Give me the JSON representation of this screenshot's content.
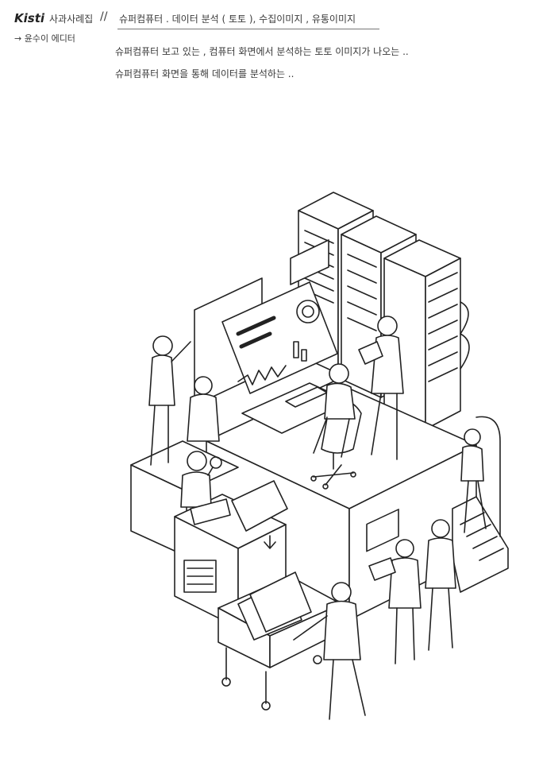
{
  "header": {
    "brand": "Kisti",
    "subject": "사과사례집",
    "separator": "//",
    "title": "슈퍼컴퓨터 . 데이터 분석 ( 토토 ), 수집이미지 , 유통이미지",
    "arrow_note": "→ 윤수이 에디터"
  },
  "description": {
    "line1": "슈퍼컴퓨터 보고 있는 , 컴퓨터 화면에서 분석하는 토토 이미지가 나오는 ..",
    "line2": "슈퍼컴퓨터 화면을 통해 데이터를 분석하는 .."
  },
  "colors": {
    "ink": "#222222",
    "pencil": "#3a3a3a",
    "paper": "#ffffff"
  }
}
